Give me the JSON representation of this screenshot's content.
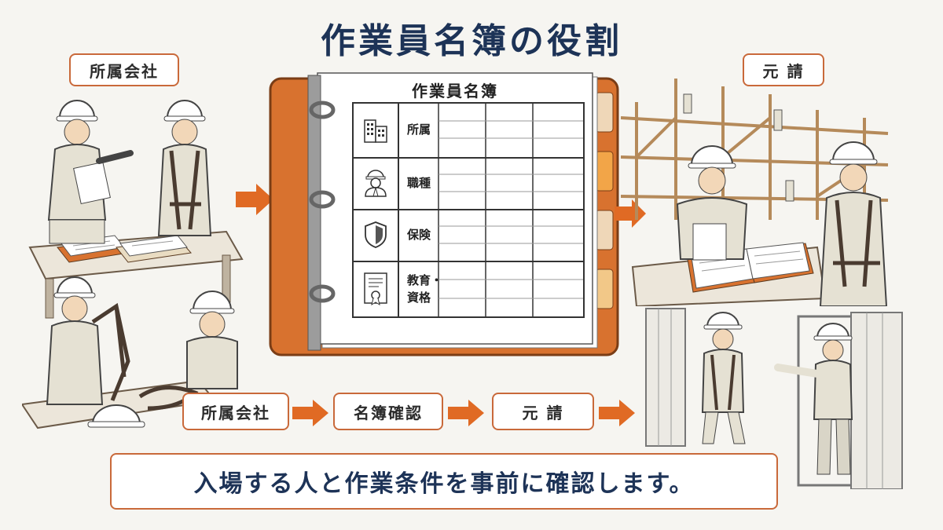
{
  "title": "作業員名簿の役割",
  "labels": {
    "company_top": "所属会社",
    "contractor_top": "元 請"
  },
  "roster": {
    "heading": "作業員名簿",
    "rows": [
      {
        "label": "所属",
        "icon": "building-icon"
      },
      {
        "label": "職種",
        "icon": "worker-icon"
      },
      {
        "label": "保険",
        "icon": "shield-icon"
      },
      {
        "label": "教育・資格",
        "label_line1": "教育・",
        "label_line2": "資格",
        "icon": "certificate-icon"
      }
    ]
  },
  "flow": [
    {
      "label": "所属会社"
    },
    {
      "label": "名簿確認"
    },
    {
      "label": "元 請"
    }
  ],
  "message": "入場する人と作業条件を事前に確認します。",
  "colors": {
    "title": "#1d3357",
    "accent": "#e06a24",
    "border": "#c9693a",
    "binder": "#d8722f"
  }
}
